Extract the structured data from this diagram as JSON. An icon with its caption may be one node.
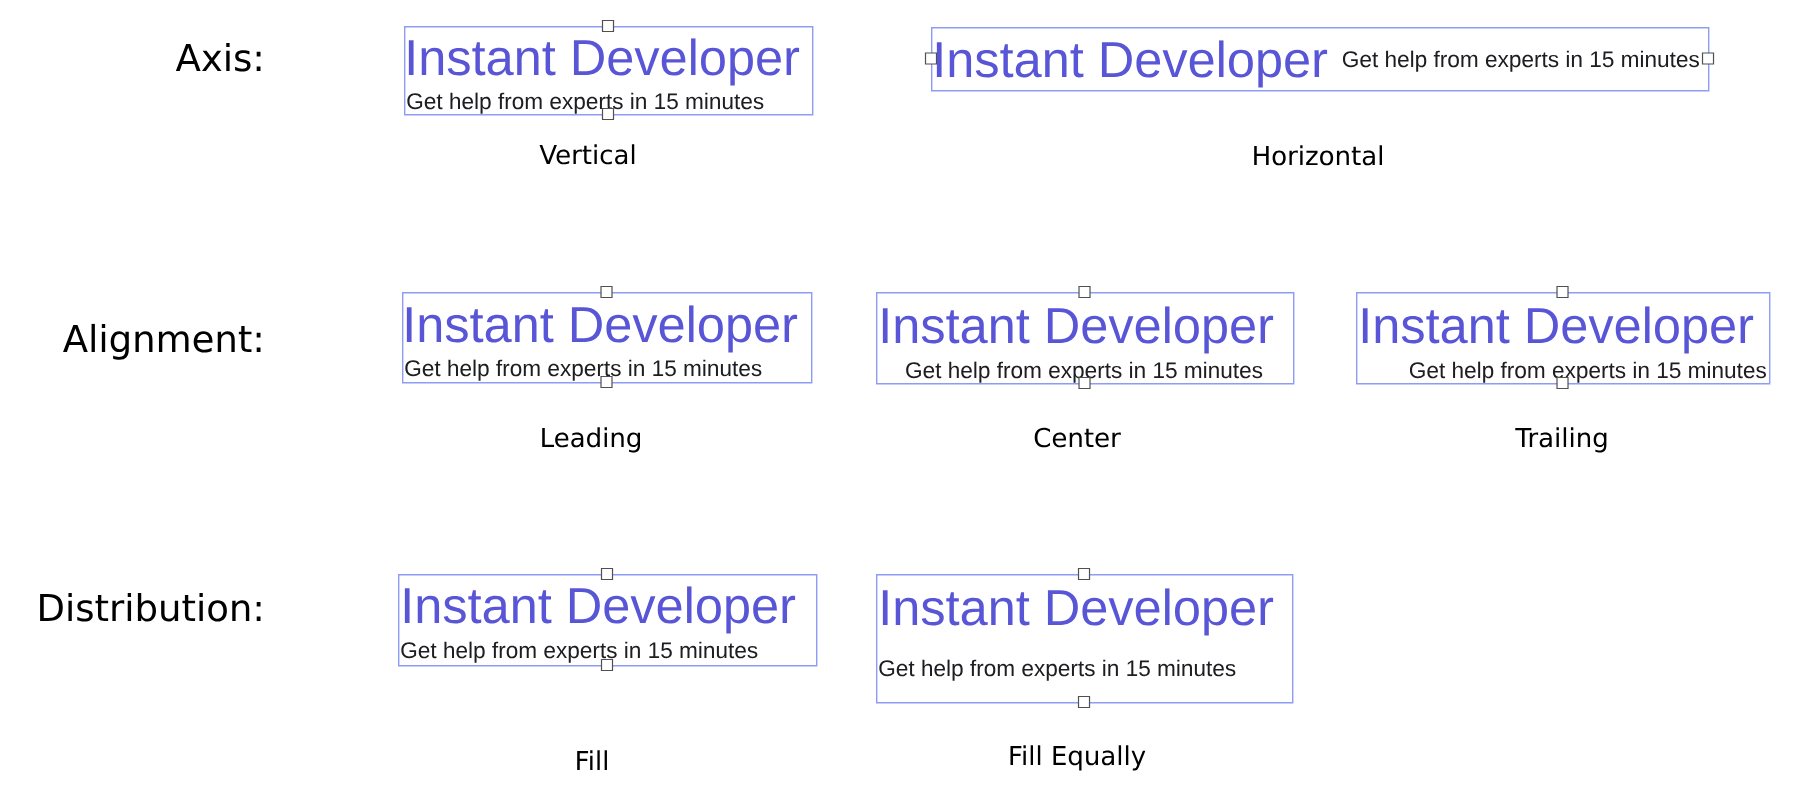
{
  "diagram": {
    "nodes": [
      {
        "text": [
          "Instant Developer",
          "Get help from experts in 15 minutes"
        ],
        "beside": [
          "Vertical"
        ]
      },
      {
        "text": [
          "Instant Developer",
          "Get help from experts in 15 minutes"
        ],
        "beside": [
          "Horizontal"
        ]
      },
      {
        "text": [
          "Instant Developer",
          "Get help from experts in 15 minutes"
        ],
        "beside": [
          "Leading"
        ]
      },
      {
        "text": [
          "Instant Developer",
          "Get help from experts in 15 minutes"
        ],
        "beside": [
          "Center"
        ]
      },
      {
        "text": [
          "Instant Developer",
          "Get help from experts in 15 minutes"
        ],
        "beside": [
          "Trailing"
        ]
      },
      {
        "text": [
          "Instant Developer",
          "Get help from experts in 15 minutes"
        ],
        "beside": [
          "Fill"
        ]
      },
      {
        "text": [
          "Instant Developer",
          "Get help from experts in 15 minutes"
        ],
        "beside": [
          "Fill Equally"
        ]
      }
    ],
    "labels": [
      "Axis:",
      "Alignment:",
      "Distribution:"
    ]
  }
}
